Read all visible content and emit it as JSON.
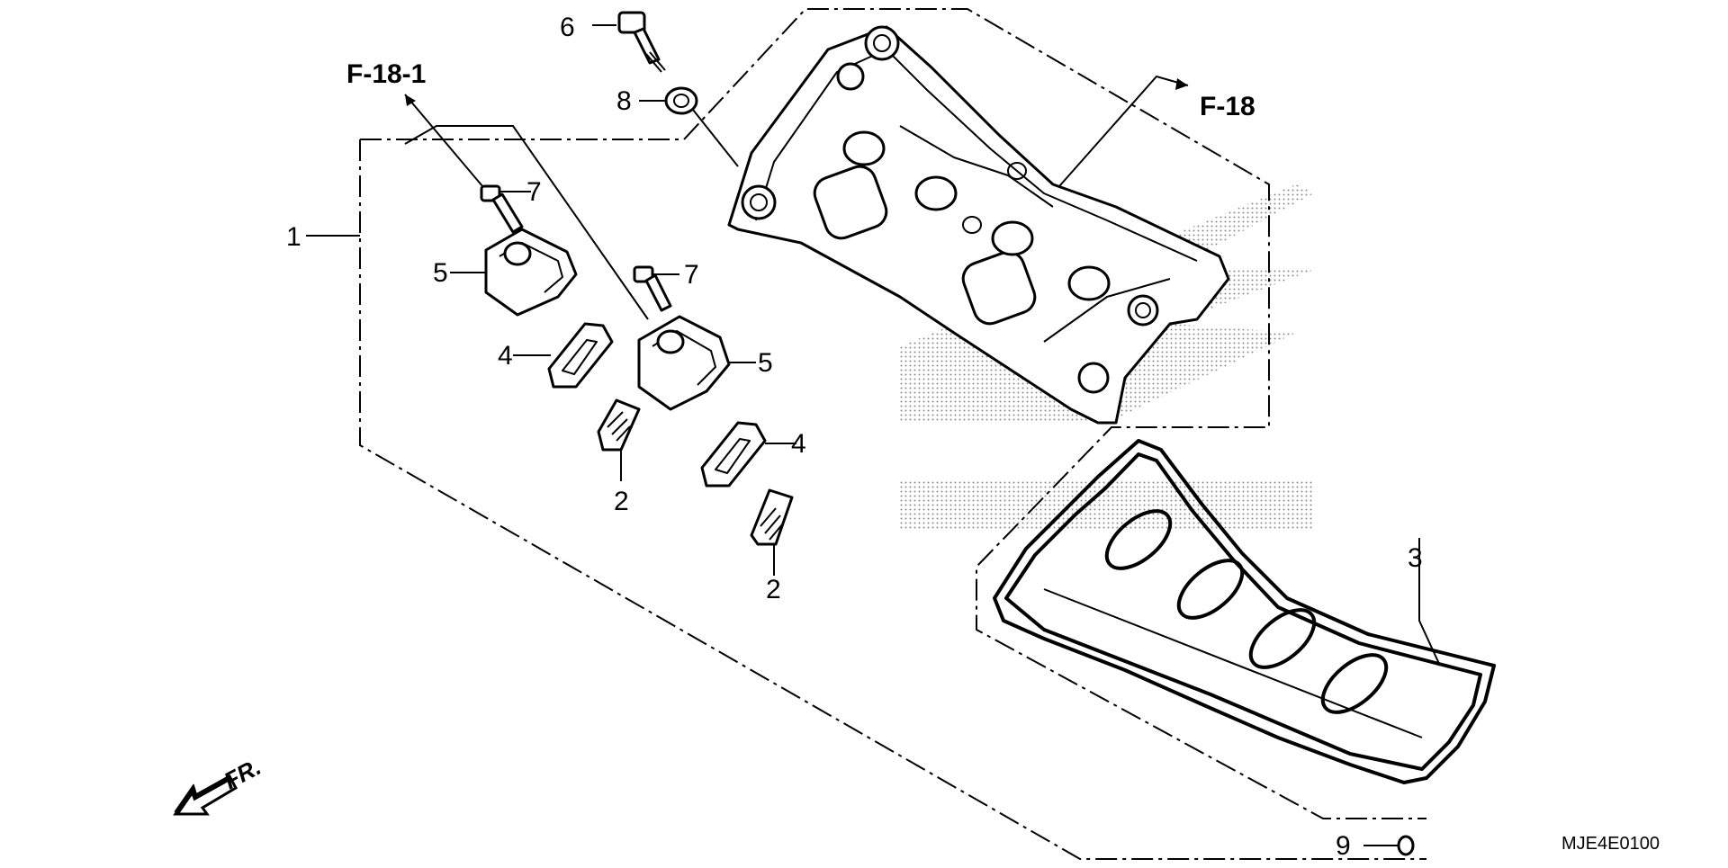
{
  "diagram": {
    "callouts": {
      "c1": "1",
      "c2a": "2",
      "c2b": "2",
      "c3": "3",
      "c4a": "4",
      "c4b": "4",
      "c5a": "5",
      "c5b": "5",
      "c6": "6",
      "c7a": "7",
      "c7b": "7",
      "c8": "8",
      "c9": "9"
    },
    "references": {
      "left": "F-18-1",
      "right": "F-18"
    },
    "front_marker": "FR.",
    "diagram_code": "MJE4E0100"
  },
  "colors": {
    "line": "#000000",
    "background": "#ffffff",
    "watermark_dots": "#8a8a8a"
  }
}
